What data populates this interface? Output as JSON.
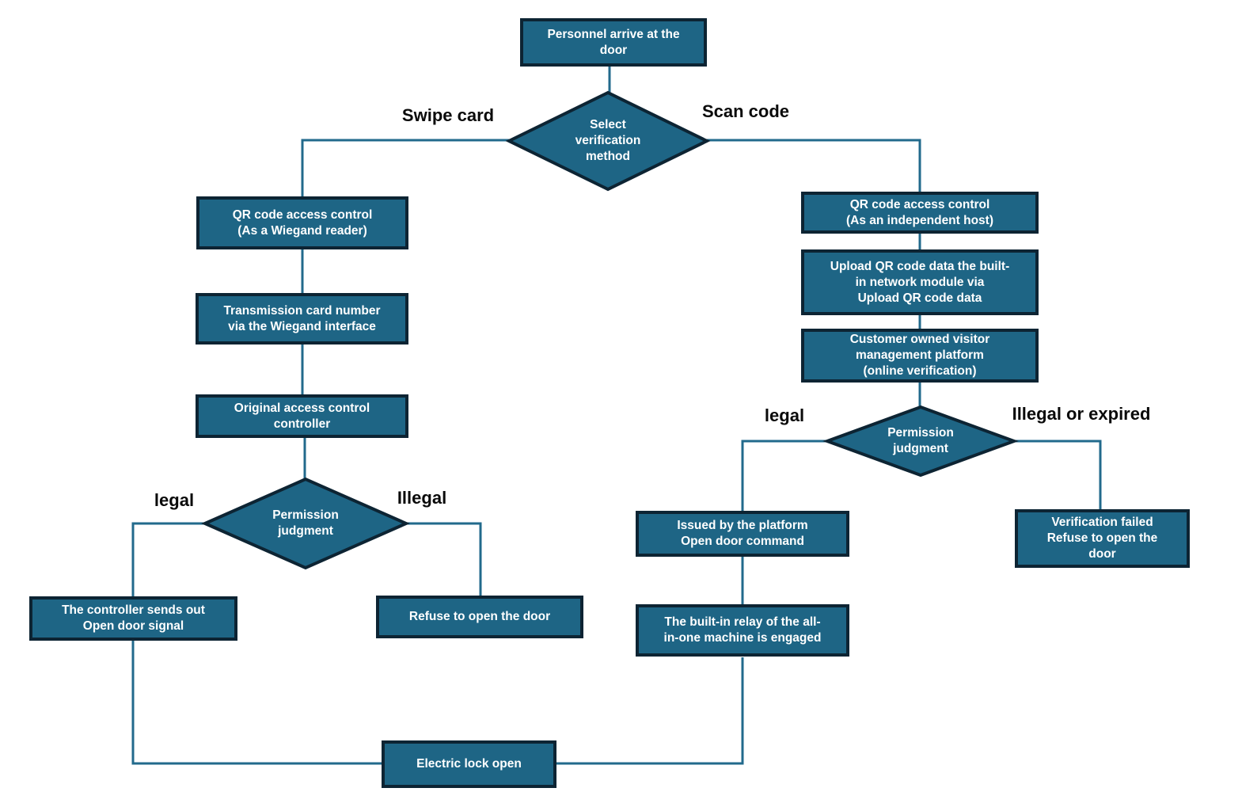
{
  "colors": {
    "node_fill": "#1E6585",
    "node_border": "#0D2433",
    "connector": "#226A8C",
    "node_text": "#FFFFFF",
    "label_text": "#0A0A0A",
    "canvas_bg": "#FFFFFF"
  },
  "flowchart": {
    "nodes": {
      "start": {
        "label": "Personnel arrive at the\ndoor"
      },
      "qr_wiegand": {
        "label": "QR code access control\n(As a Wiegand reader)"
      },
      "transmission": {
        "label": "Transmission card number\nvia the Wiegand interface"
      },
      "original_controller": {
        "label": "Original access control\ncontroller"
      },
      "controller_sends": {
        "label": "The controller sends out\nOpen door signal"
      },
      "refuse_left": {
        "label": "Refuse to open the door"
      },
      "qr_host": {
        "label": "QR code access control\n(As an independent host)"
      },
      "upload": {
        "label": "Upload QR code data the built-\nin network module via\nUpload QR code data"
      },
      "customer_platform": {
        "label": "Customer owned visitor\nmanagement platform\n(online verification)"
      },
      "issued": {
        "label": "Issued by the platform\nOpen door command"
      },
      "relay": {
        "label": "The built-in relay of the all-\nin-one machine is engaged"
      },
      "verification_failed": {
        "label": "Verification failed\nRefuse to open the\ndoor"
      },
      "electric_lock": {
        "label": "Electric lock open"
      }
    },
    "decisions": {
      "select_method": {
        "label": "Select\nverification\nmethod"
      },
      "perm_left": {
        "label": "Permission\njudgment"
      },
      "perm_right": {
        "label": "Permission\njudgment"
      }
    },
    "edge_labels": {
      "swipe_card": "Swipe card",
      "scan_code": "Scan code",
      "legal_left": "legal",
      "illegal_left": "Illegal",
      "legal_right": "legal",
      "illegal_right": "Illegal or expired"
    }
  }
}
